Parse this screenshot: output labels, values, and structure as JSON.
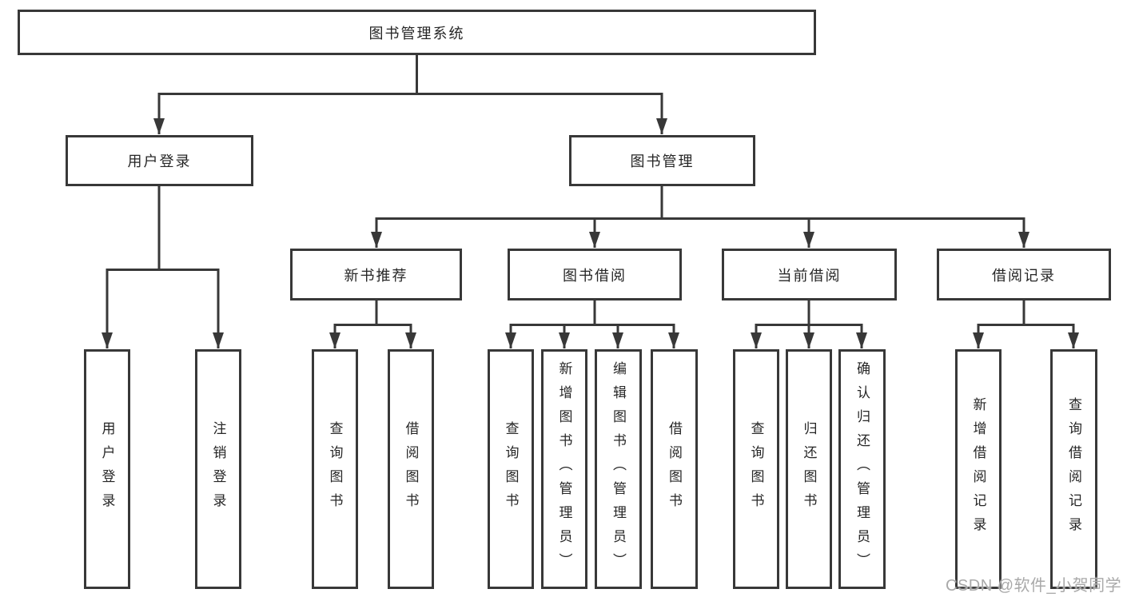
{
  "diagram": {
    "title": "图书管理系统",
    "watermark": "CSDN @软件_小贺同学",
    "colors": {
      "line": "#383838",
      "box_border": "#383838",
      "box_fill": "#ffffff",
      "text": "#262626",
      "watermark": "#a9a9a9",
      "background": "#ffffff"
    }
  },
  "root": {
    "label": "图书管理系统"
  },
  "level2": [
    {
      "id": "user-login",
      "label": "用户登录"
    },
    {
      "id": "book-management",
      "label": "图书管理"
    }
  ],
  "level3": [
    {
      "id": "new-book-recommend",
      "label": "新书推荐",
      "parent": "book-management"
    },
    {
      "id": "book-borrowing",
      "label": "图书借阅",
      "parent": "book-management"
    },
    {
      "id": "current-borrowing",
      "label": "当前借阅",
      "parent": "book-management"
    },
    {
      "id": "borrowing-records",
      "label": "借阅记录",
      "parent": "book-management"
    }
  ],
  "leaves": [
    {
      "parent": "user-login",
      "label": "用户登录"
    },
    {
      "parent": "user-login",
      "label": "注销登录"
    },
    {
      "parent": "new-book-recommend",
      "label": "查询图书"
    },
    {
      "parent": "new-book-recommend",
      "label": "借阅图书"
    },
    {
      "parent": "book-borrowing",
      "label": "查询图书"
    },
    {
      "parent": "book-borrowing",
      "label": "新增图书（管理员）"
    },
    {
      "parent": "book-borrowing",
      "label": "编辑图书（管理员）"
    },
    {
      "parent": "book-borrowing",
      "label": "借阅图书"
    },
    {
      "parent": "current-borrowing",
      "label": "查询图书"
    },
    {
      "parent": "current-borrowing",
      "label": "归还图书"
    },
    {
      "parent": "current-borrowing",
      "label": "确认归还（管理员）"
    },
    {
      "parent": "borrowing-records",
      "label": "新增借阅记录"
    },
    {
      "parent": "borrowing-records",
      "label": "查询借阅记录"
    }
  ]
}
